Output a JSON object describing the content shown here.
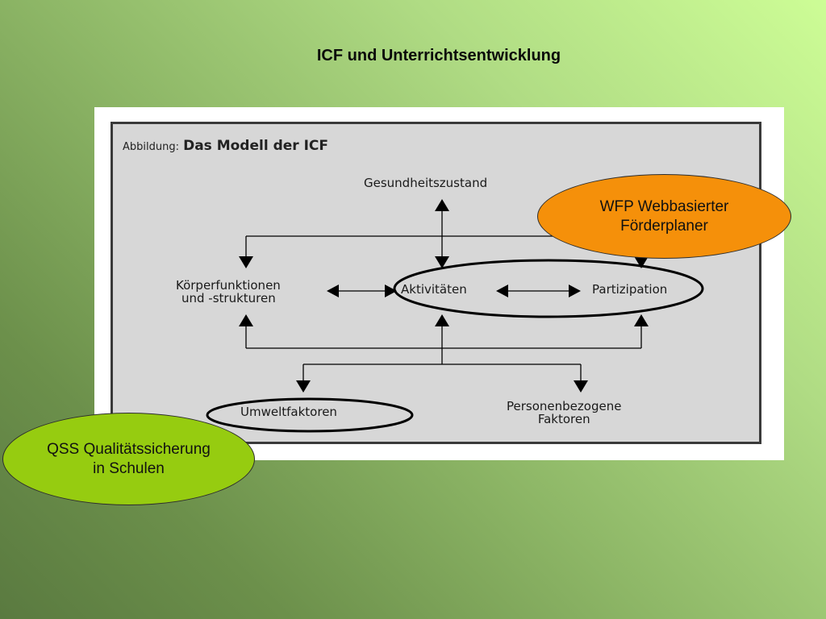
{
  "slide": {
    "title": "ICF und Unterrichtsentwicklung"
  },
  "figure": {
    "caption_prefix": "Abbildung:",
    "caption_title": "Das Modell der ICF",
    "nodes": {
      "gesundheitszustand": "Gesundheitszustand",
      "koerper_line1": "Körperfunktionen",
      "koerper_line2": "und -strukturen",
      "aktivitaeten": "Aktivitäten",
      "partizipation": "Partizipation",
      "umwelt": "Umweltfaktoren",
      "personen_line1": "Personenbezogene",
      "personen_line2": "Faktoren"
    }
  },
  "callouts": {
    "wfp_line1": "WFP Webbasierter",
    "wfp_line2": "Förderplaner",
    "qss_line1": "QSS Qualitätssicherung",
    "qss_line2": "in Schulen"
  },
  "colors": {
    "wfp": "#f5900a",
    "qss": "#96cc10",
    "panel": "#d7d7d7"
  }
}
